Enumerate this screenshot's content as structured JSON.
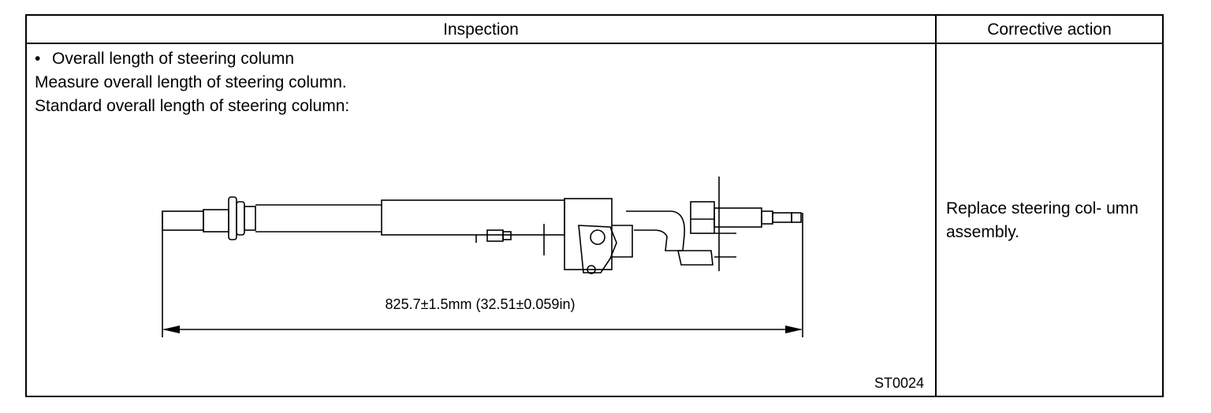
{
  "table": {
    "header_inspection": "Inspection",
    "header_corrective": "Corrective action"
  },
  "inspection": {
    "bullet_symbol": "•",
    "item_title": "Overall length of steering column",
    "instruction": "Measure overall length of steering column.",
    "standard_label": "Standard overall length of steering column:",
    "dimension_label": "825.7±1.5mm (32.51±0.059in)",
    "figure_code": "ST0024"
  },
  "corrective": {
    "action_text": "Replace steering col- umn assembly."
  }
}
